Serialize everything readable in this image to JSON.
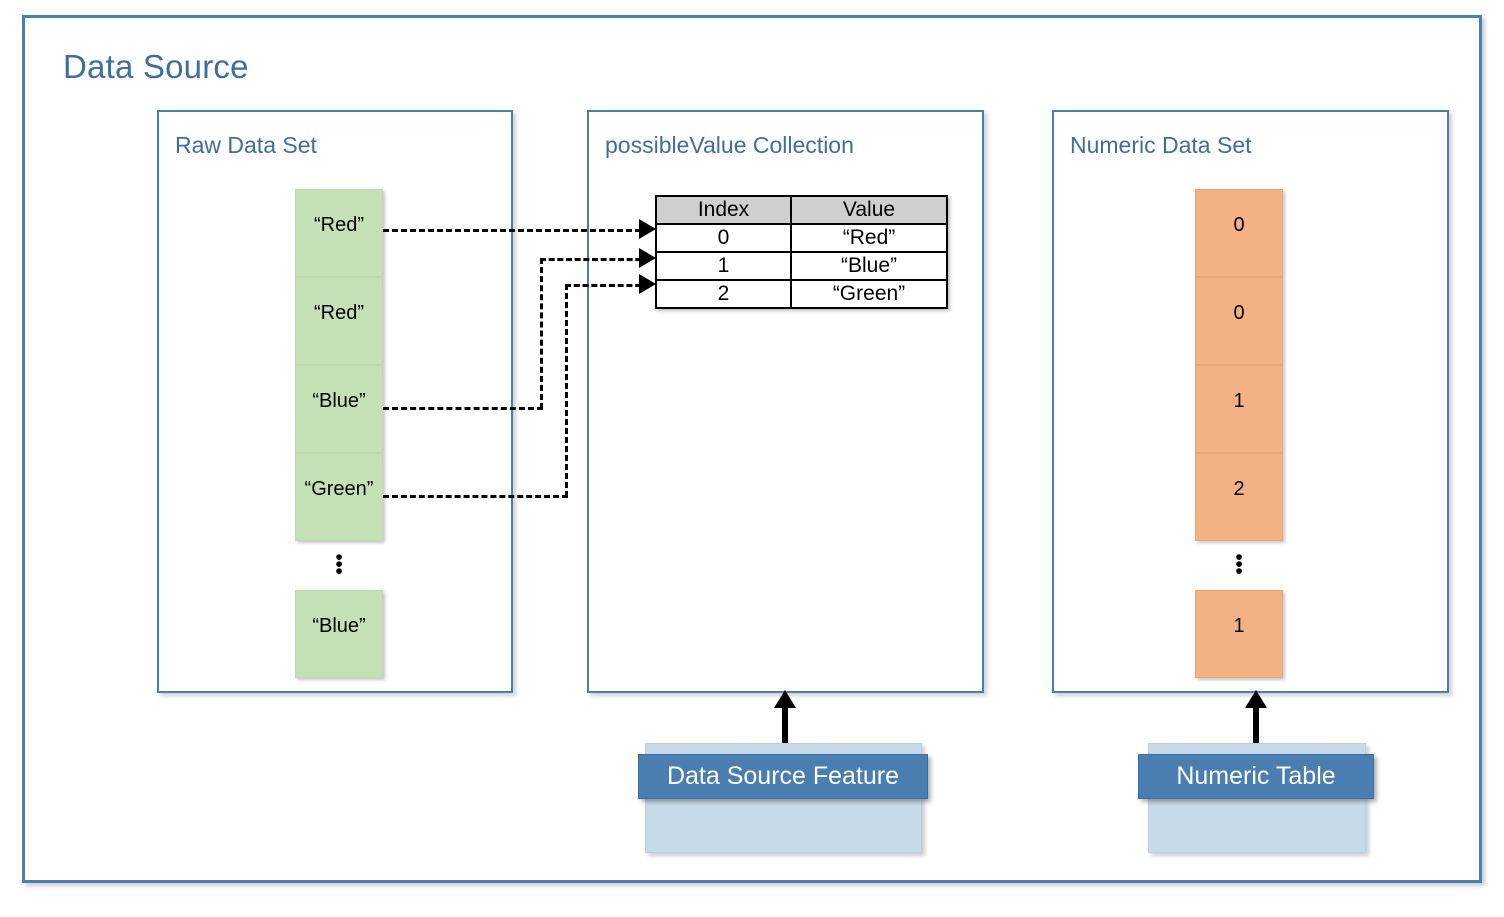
{
  "diagram": {
    "title": "Data Source",
    "accent_color": "#4A7EB0",
    "title_color": "#3E6E9E"
  },
  "panels": {
    "raw": {
      "title": "Raw Data Set",
      "cell_color": "#C5E0B4",
      "cells": [
        {
          "label": "“Red”"
        },
        {
          "label": "“Red”"
        },
        {
          "label": "“Blue”"
        },
        {
          "label": "“Green”"
        }
      ],
      "ellipsis": "⋮",
      "trailing_cell": {
        "label": "“Blue”"
      }
    },
    "possible": {
      "title": "possibleValue Collection",
      "table": {
        "headers": [
          "Index",
          "Value"
        ],
        "rows": [
          [
            "0",
            "“Red”"
          ],
          [
            "1",
            "“Blue”"
          ],
          [
            "2",
            "“Green”"
          ]
        ]
      }
    },
    "numeric": {
      "title": "Numeric Data Set",
      "cell_color": "#F4B183",
      "cells": [
        {
          "label": "0"
        },
        {
          "label": "0"
        },
        {
          "label": "1"
        },
        {
          "label": "2"
        }
      ],
      "ellipsis": "⋮",
      "trailing_cell": {
        "label": "1"
      }
    }
  },
  "callouts": [
    {
      "label": "Data Source Feature",
      "banner_color": "#4A7EB0",
      "backdrop_color": "#C7DAEA"
    },
    {
      "label": "Numeric Table",
      "banner_color": "#4A7EB0",
      "backdrop_color": "#C7DAEA"
    }
  ],
  "mappings": [
    {
      "from": "“Red”",
      "to_index": "0"
    },
    {
      "from": "“Blue”",
      "to_index": "1"
    },
    {
      "from": "“Green”",
      "to_index": "2"
    }
  ]
}
